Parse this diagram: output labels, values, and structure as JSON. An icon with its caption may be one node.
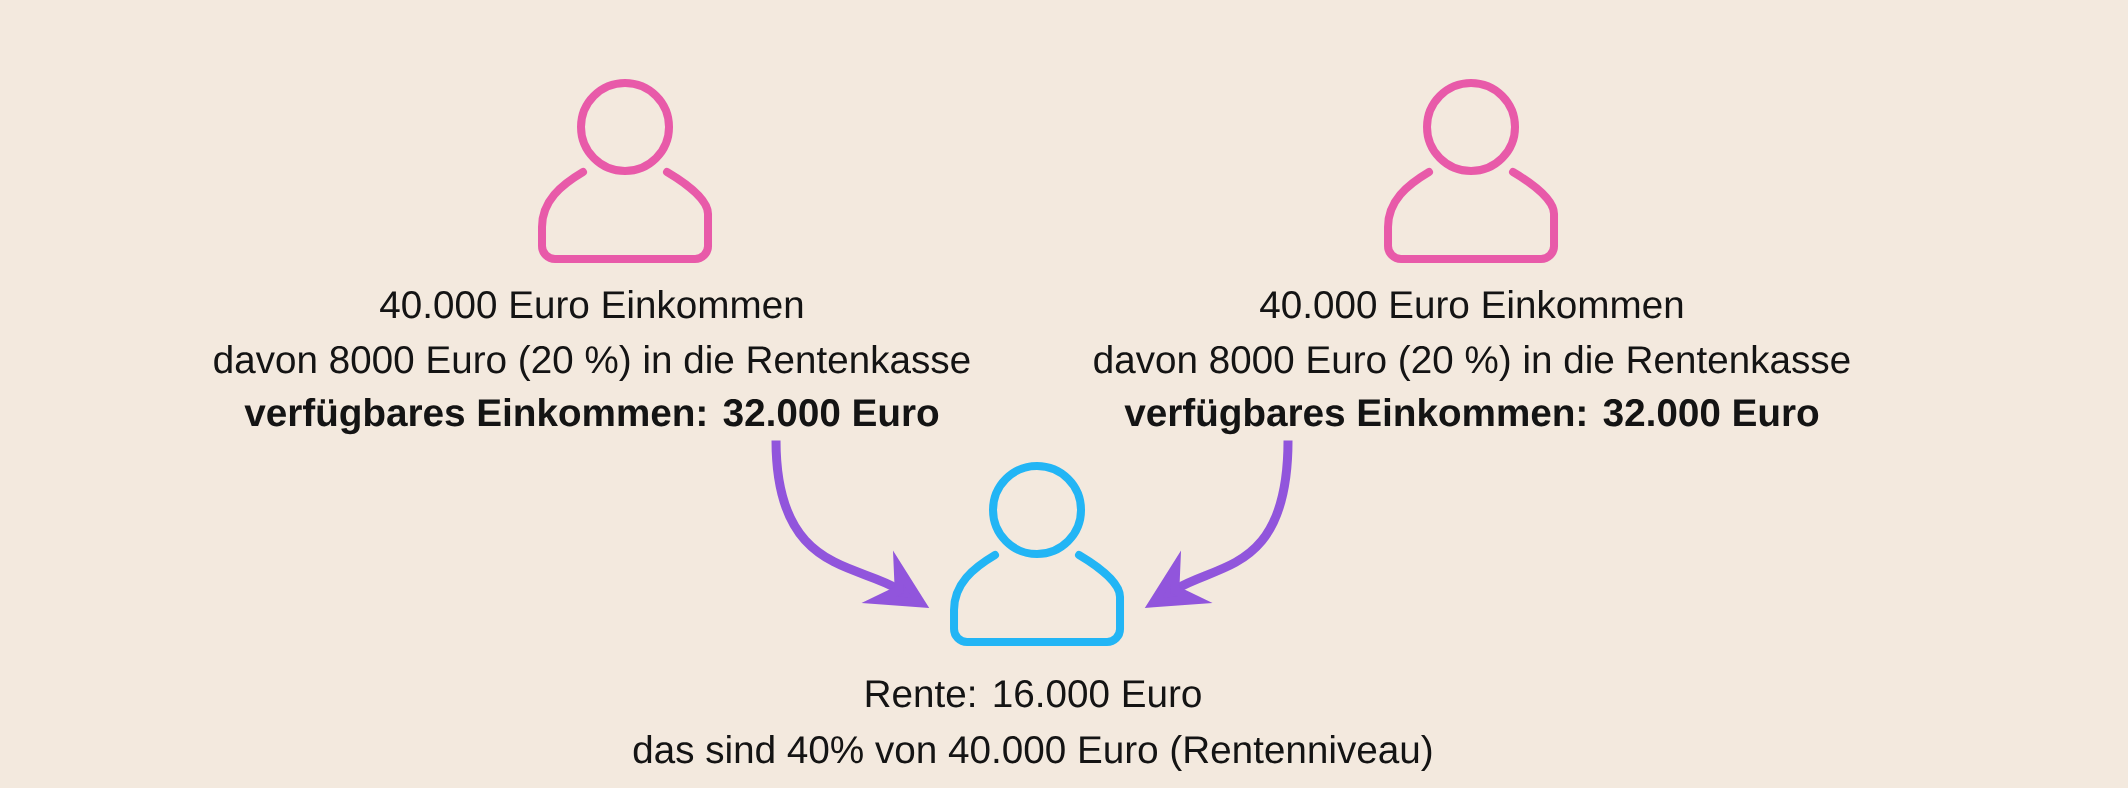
{
  "diagram": {
    "nodes": [
      {
        "text": [],
        "shape": "person",
        "beside": [
          "40.000 Euro Einkommen",
          "davon 8000 Euro (20 %) in die Rentenkasse",
          "verfügbares Einkommen: 32.000 Euro"
        ]
      },
      {
        "text": [],
        "shape": "person",
        "beside": [
          "40.000 Euro Einkommen",
          "davon 8000 Euro (20 %) in die Rentenkasse",
          "verfügbares Einkommen: 32.000 Euro"
        ]
      },
      {
        "text": [],
        "shape": "person",
        "beside": [
          "Rente: 16.000 Euro",
          "das sind 40% von 40.000 Euro (Rentenniveau)"
        ]
      }
    ],
    "edges": [
      {
        "from": 0,
        "to": 2,
        "arrow": "to"
      },
      {
        "from": 1,
        "to": 2,
        "arrow": "to"
      }
    ]
  }
}
